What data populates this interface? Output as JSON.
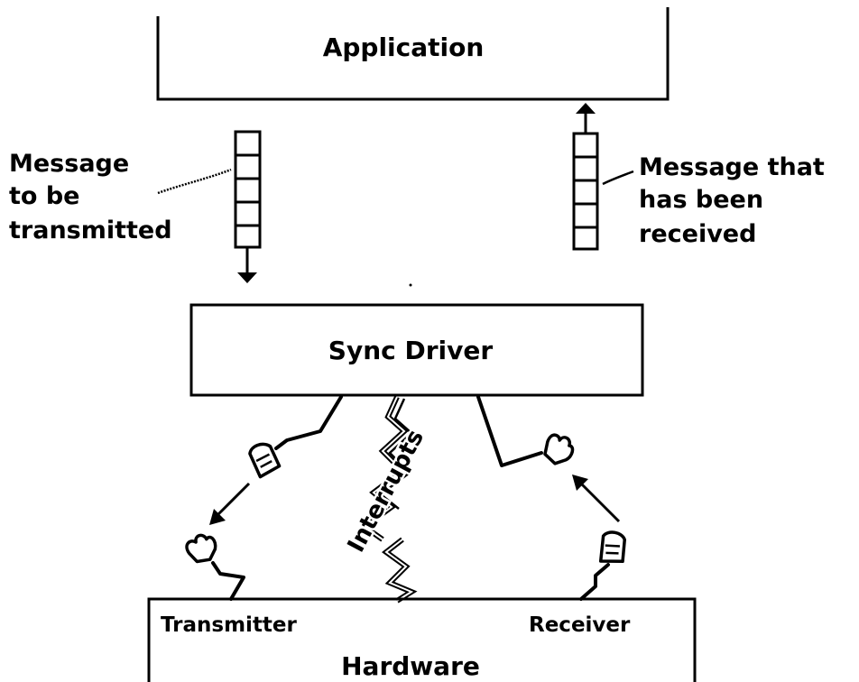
{
  "application": {
    "label": "Application"
  },
  "tx_message": {
    "lines": [
      "Message",
      "to be",
      "transmitted"
    ]
  },
  "rx_message": {
    "lines": [
      "Message that",
      "has been",
      "received"
    ]
  },
  "sync_driver": {
    "label": "Sync Driver"
  },
  "interrupts": {
    "label": "Interrupts"
  },
  "hardware": {
    "label": "Hardware",
    "transmitter_label": "Transmitter",
    "receiver_label": "Receiver"
  },
  "icons": [
    "hand-icon-tx-upper",
    "hand-icon-tx-lower",
    "hand-icon-rx-upper",
    "hand-icon-rx-lower",
    "lightning-bolt-icon"
  ]
}
